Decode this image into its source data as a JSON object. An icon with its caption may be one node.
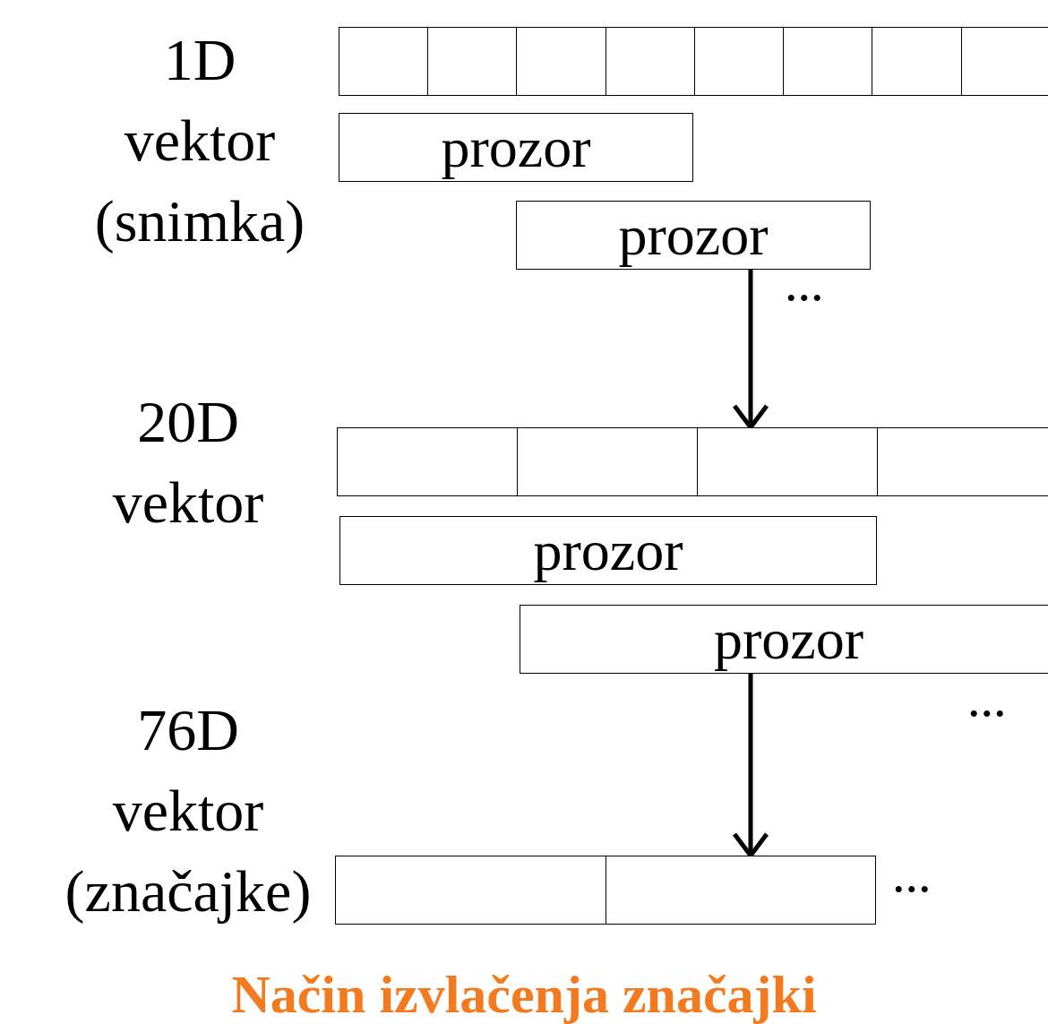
{
  "diagram": {
    "title": "Način izvlačenja značajki",
    "nodes": [
      {
        "text": [],
        "shape": "box"
      },
      {
        "text": [],
        "shape": "box"
      },
      {
        "text": [],
        "shape": "box"
      },
      {
        "text": [],
        "shape": "box"
      },
      {
        "text": [],
        "shape": "box"
      },
      {
        "text": [],
        "shape": "box"
      },
      {
        "text": [],
        "shape": "box"
      },
      {
        "text": [],
        "shape": "box"
      },
      {
        "text": [
          "prozor"
        ]
      },
      {
        "text": [
          "prozor"
        ]
      },
      {
        "text": [],
        "shape": "box"
      },
      {
        "text": [],
        "shape": "box"
      },
      {
        "text": [],
        "shape": "box"
      },
      {
        "text": [],
        "shape": "box"
      },
      {
        "text": [
          "prozor"
        ]
      },
      {
        "text": [
          "prozor"
        ]
      },
      {
        "text": [],
        "shape": "box"
      },
      {
        "text": [],
        "shape": "box",
        "beside": [
          "•••"
        ]
      }
    ],
    "edges": [
      {
        "from": 9,
        "to": 12,
        "arrow": "to"
      },
      {
        "from": 15,
        "to": 17,
        "arrow": "to"
      }
    ],
    "labels": [
      "1D vektor (snimka)",
      "•••",
      "20D vektor",
      "•••",
      "76D vektor (značajke)"
    ]
  }
}
